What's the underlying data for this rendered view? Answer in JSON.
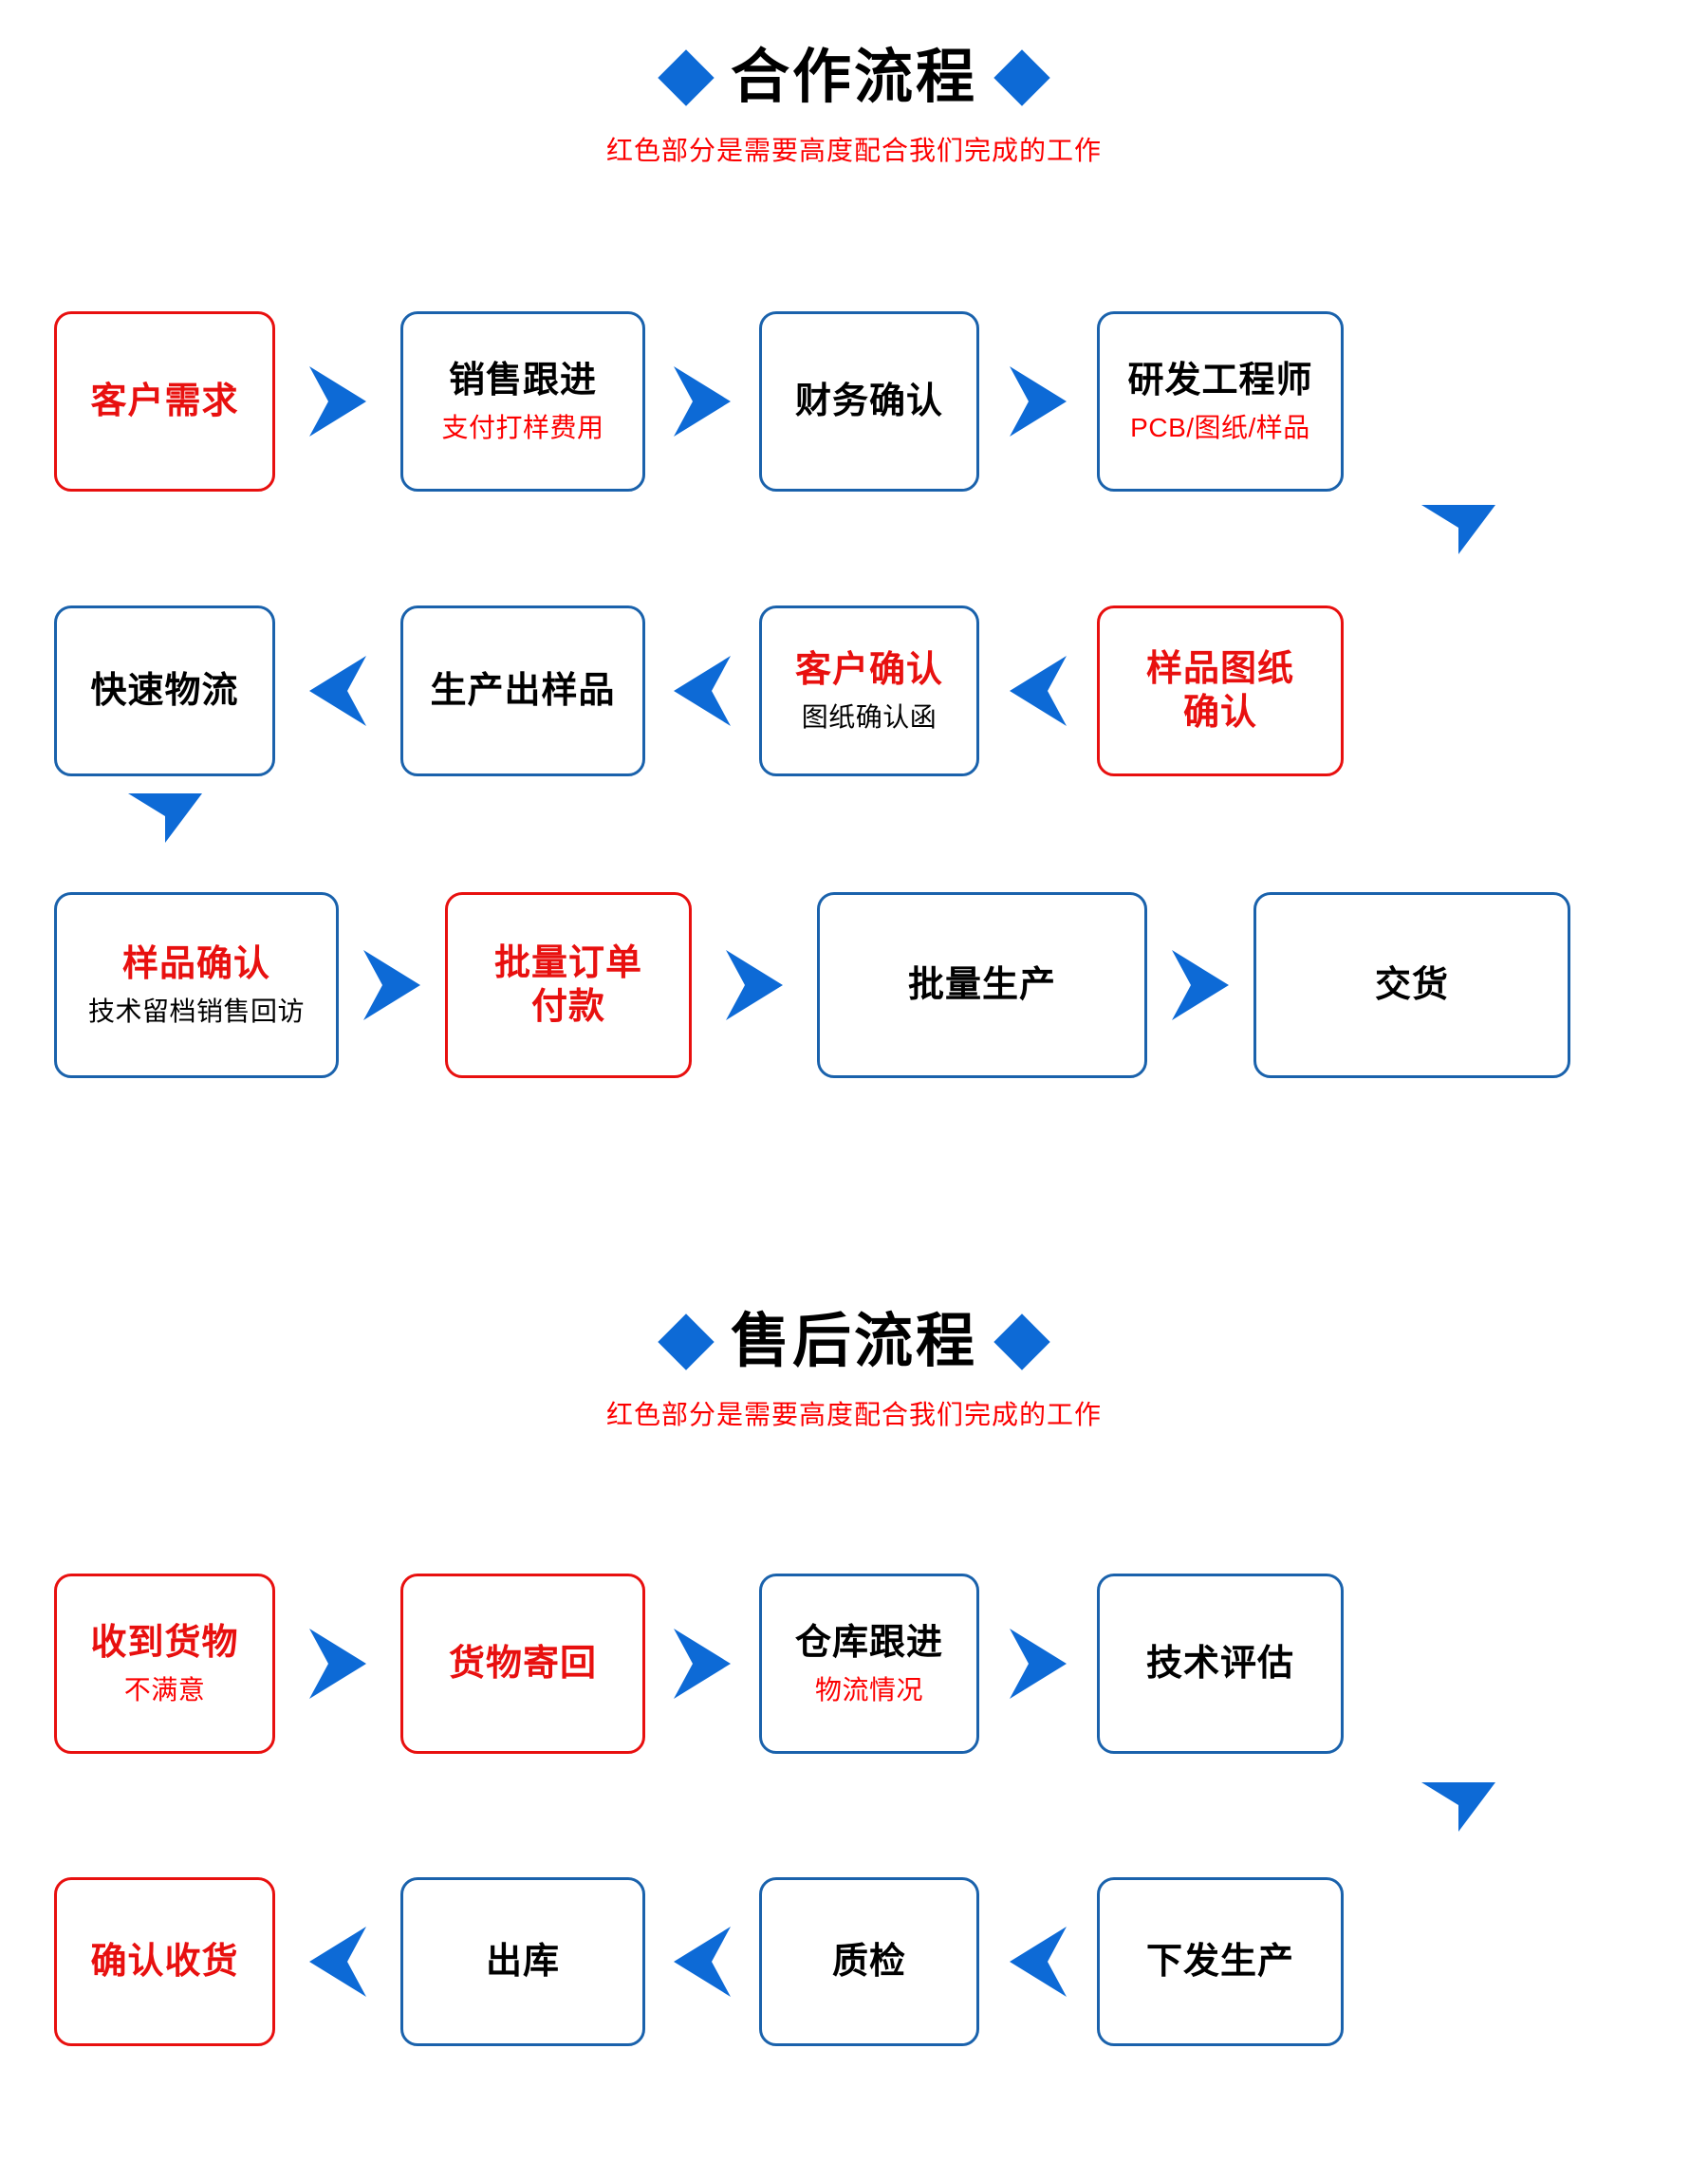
{
  "sections": [
    {
      "id": "cooperation",
      "title": "合作流程",
      "subtitle": "红色部分是需要高度配合我们完成的工作",
      "rows": [
        {
          "direction": "right",
          "nodes": [
            {
              "main": "客户需求",
              "main_color": "red",
              "border": "red",
              "sub": "",
              "sub_color": ""
            },
            {
              "main": "销售跟进",
              "main_color": "black",
              "border": "blue",
              "sub": "支付打样费用",
              "sub_color": "red"
            },
            {
              "main": "财务确认",
              "main_color": "black",
              "border": "blue",
              "sub": "",
              "sub_color": ""
            },
            {
              "main": "研发工程师",
              "main_color": "black",
              "border": "blue",
              "sub": "PCB/图纸/样品",
              "sub_color": "red"
            }
          ]
        },
        {
          "direction": "left",
          "nodes": [
            {
              "main": "快速物流",
              "main_color": "black",
              "border": "blue",
              "sub": "",
              "sub_color": ""
            },
            {
              "main": "生产出样品",
              "main_color": "black",
              "border": "blue",
              "sub": "",
              "sub_color": ""
            },
            {
              "main": "客户确认",
              "main_color": "red",
              "border": "blue",
              "sub": "图纸确认函",
              "sub_color": "black"
            },
            {
              "main": "样品图纸\n确认",
              "main_color": "red",
              "border": "red",
              "sub": "",
              "sub_color": ""
            }
          ]
        },
        {
          "direction": "right",
          "nodes": [
            {
              "main": "样品确认",
              "main_color": "red",
              "border": "blue",
              "sub": "技术留档销售回访",
              "sub_color": "black"
            },
            {
              "main": "批量订单\n付款",
              "main_color": "red",
              "border": "red",
              "sub": "",
              "sub_color": ""
            },
            {
              "main": "批量生产",
              "main_color": "black",
              "border": "blue",
              "sub": "",
              "sub_color": ""
            },
            {
              "main": "交货",
              "main_color": "black",
              "border": "blue",
              "sub": "",
              "sub_color": ""
            }
          ]
        }
      ]
    },
    {
      "id": "aftersales",
      "title": "售后流程",
      "subtitle": "红色部分是需要高度配合我们完成的工作",
      "rows": [
        {
          "direction": "right",
          "nodes": [
            {
              "main": "收到货物",
              "main_color": "red",
              "border": "red",
              "sub": "不满意",
              "sub_color": "red"
            },
            {
              "main": "货物寄回",
              "main_color": "red",
              "border": "red",
              "sub": "",
              "sub_color": ""
            },
            {
              "main": "仓库跟进",
              "main_color": "black",
              "border": "blue",
              "sub": "物流情况",
              "sub_color": "red"
            },
            {
              "main": "技术评估",
              "main_color": "black",
              "border": "blue",
              "sub": "",
              "sub_color": ""
            }
          ]
        },
        {
          "direction": "left",
          "nodes": [
            {
              "main": "确认收货",
              "main_color": "red",
              "border": "red",
              "sub": "",
              "sub_color": ""
            },
            {
              "main": "出库",
              "main_color": "black",
              "border": "blue",
              "sub": "",
              "sub_color": ""
            },
            {
              "main": "质检",
              "main_color": "black",
              "border": "blue",
              "sub": "",
              "sub_color": ""
            },
            {
              "main": "下发生产",
              "main_color": "black",
              "border": "blue",
              "sub": "",
              "sub_color": ""
            }
          ]
        }
      ]
    }
  ],
  "colors": {
    "accent_blue": "#0d6ad6",
    "border_blue": "#1a62ac",
    "red": "#e8100f",
    "sub_red": "#fc0000",
    "black": "#000000",
    "background": "#ffffff"
  },
  "icons": {
    "diamond_left": "diamond-bullet-icon",
    "diamond_right": "diamond-bullet-icon",
    "arrow_right": "arrow-right-icon",
    "arrow_left": "arrow-left-icon",
    "arrow_down": "arrow-down-icon"
  }
}
